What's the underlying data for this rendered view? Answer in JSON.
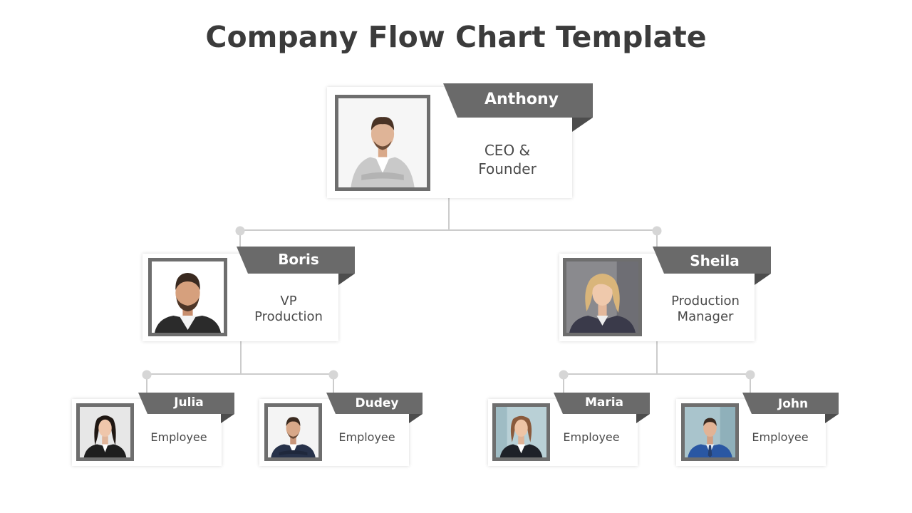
{
  "title": "Company Flow Chart Template",
  "colors": {
    "ribbon": "#6a6a6a",
    "fold": "#4d4d4d",
    "connector": "#cccccc",
    "text": "#3b3b3b"
  },
  "people": {
    "anthony": {
      "name": "Anthony",
      "role_line1": "CEO &",
      "role_line2": "Founder"
    },
    "boris": {
      "name": "Boris",
      "role_line1": "VP",
      "role_line2": "Production"
    },
    "sheila": {
      "name": "Sheila",
      "role_line1": "Production",
      "role_line2": "Manager"
    },
    "julia": {
      "name": "Julia",
      "role_line1": "Employee"
    },
    "dudey": {
      "name": "Dudey",
      "role_line1": "Employee"
    },
    "maria": {
      "name": "Maria",
      "role_line1": "Employee"
    },
    "john": {
      "name": "John",
      "role_line1": "Employee"
    }
  }
}
